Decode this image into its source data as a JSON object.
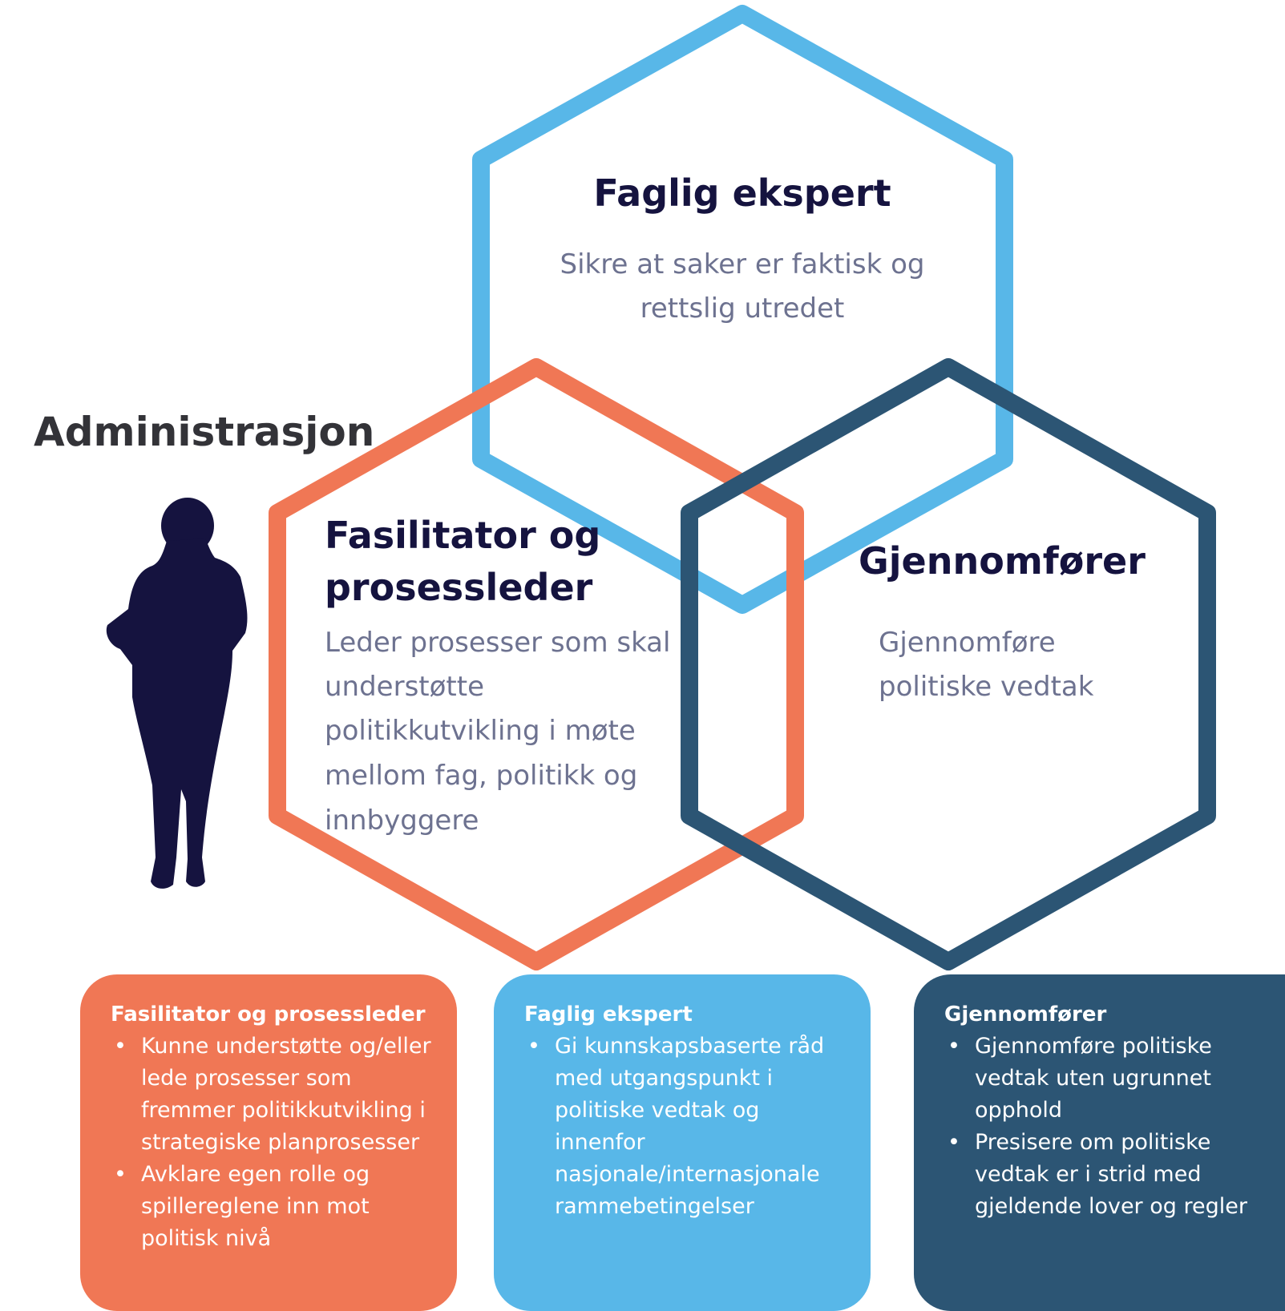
{
  "admin_label": "Administrasjon",
  "colors": {
    "faglig": "#58b7e8",
    "fasilitator": "#f07755",
    "gjennomforer": "#2c5574",
    "silhouette": "#15133f",
    "heading": "#15133f",
    "body_text": "#6d7290"
  },
  "hexagons": {
    "faglig": {
      "title": "Faglig ekspert",
      "desc_lines": [
        "Sikre at saker er faktisk og",
        "rettslig utredet"
      ]
    },
    "fasilitator": {
      "title_lines": [
        "Fasilitator og",
        "prosessleder"
      ],
      "desc_lines": [
        "Leder prosesser som skal",
        "understøtte",
        "politikkutvikling i møte",
        "mellom fag, politikk og",
        "innbyggere"
      ]
    },
    "gjennomforer": {
      "title": "Gjennomfører",
      "desc_lines": [
        "Gjennomføre",
        "politiske vedtak"
      ]
    }
  },
  "cards": {
    "fasilitator": {
      "title": "Fasilitator og prosessleder",
      "bullets": [
        "Kunne understøtte og/eller lede prosesser som fremmer politikkutvikling i strategiske planprosesser",
        "Avklare egen rolle og spillereglene inn mot politisk nivå"
      ]
    },
    "faglig": {
      "title": "Faglig ekspert",
      "bullets": [
        "Gi kunnskapsbaserte råd med utgangspunkt i politiske vedtak og innenfor nasjonale/internasjonale rammebetingelser"
      ]
    },
    "gjennomforer": {
      "title": "Gjennomfører",
      "bullets": [
        "Gjennomføre politiske vedtak uten ugrunnet opphold",
        "Presisere om politiske vedtak er i strid med gjeldende lover og regler"
      ]
    }
  }
}
